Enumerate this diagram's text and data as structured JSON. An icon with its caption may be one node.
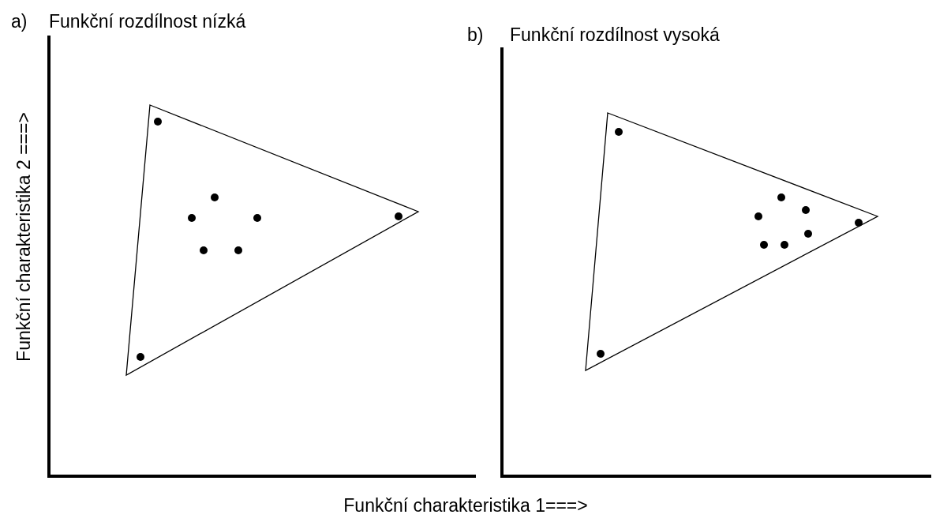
{
  "diagram": {
    "labels": [
      "a)",
      "Funkční rozdílnost nízká",
      "b)",
      "Funkční rozdílnost vysoká",
      "Funkční charakteristika 2 ===>",
      "Funkční charakteristika 1===>"
    ]
  }
}
